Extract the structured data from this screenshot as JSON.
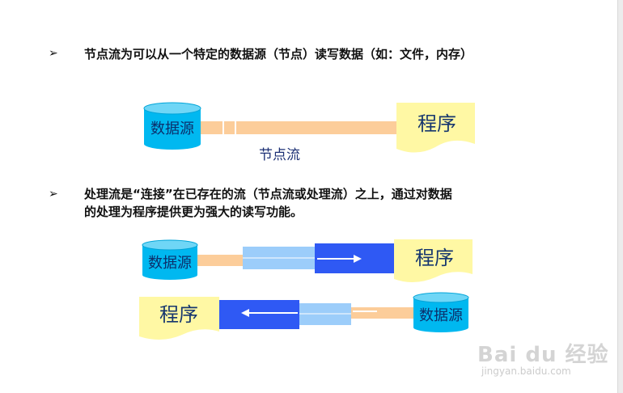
{
  "bullets": [
    {
      "glyph": "➢",
      "text": "节点流为可以从一个特定的数据源（节点）读写数据（如：文件，内存）"
    },
    {
      "glyph": "➢",
      "line1": "处理流是“连接”在已存在的流（节点流或处理流）之上，通过对数据",
      "line2": "的处理为程序提供更为强大的读写功能。"
    }
  ],
  "diagram1": {
    "source": "数据源",
    "program": "程序",
    "stream_label": "节点流"
  },
  "diagram2": {
    "source": "数据源",
    "program": "程序"
  },
  "diagram3": {
    "program": "程序",
    "source": "数据源"
  },
  "colors": {
    "cylinder": "#00b8f0",
    "pipe": "#fccd9a",
    "doc": "#fff8a4",
    "processor_blue": "#2f59f4",
    "processor_light": "#9ccdfa"
  },
  "watermark": {
    "main": "Bai du 经验",
    "sub": "jingyan.baidu.com"
  }
}
